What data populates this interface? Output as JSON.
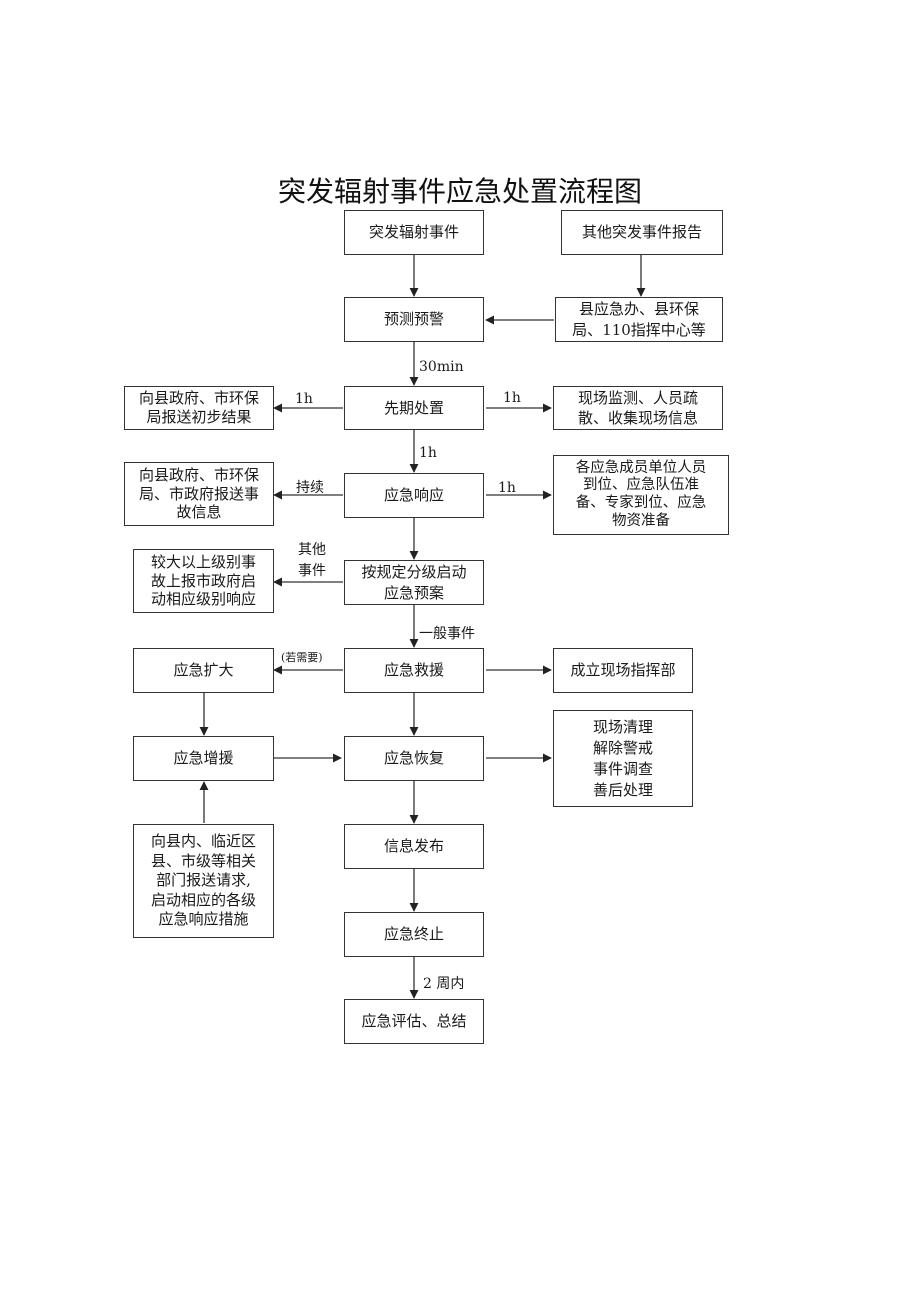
{
  "title": "突发辐射事件应急处置流程图",
  "nodes": {
    "radiation_event": "突发辐射事件",
    "other_report": "其他突发事件报告",
    "forecast_warning": "预测预警",
    "county_offices": "县应急办、县环保\n局、110指挥中心等",
    "initial_handling": "先期处置",
    "report_initial_results": "向县政府、市环保\n局报送初步结果",
    "onsite_monitoring": "现场监测、人员疏\n散、收集现场信息",
    "emergency_response": "应急响应",
    "report_event_info": "向县政府、市环保\n局、市政府报送事\n故信息",
    "units_in_place": "各应急成员单位人员\n到位、应急队伍准\n备、专家到位、应急\n物资准备",
    "graded_plan": "按规定分级启动\n应急预案",
    "report_city_gov": "较大以上级别事\n故上报市政府启\n动相应级别响应",
    "emergency_rescue": "应急救援",
    "emergency_expand": "应急扩大",
    "onsite_command": "成立现场指挥部",
    "emergency_reinforce": "应急增援",
    "emergency_recovery": "应急恢复",
    "recovery_tasks": "现场清理\n解除警戒\n事件调查\n善后处理",
    "request_support": "向县内、临近区\n县、市级等相关\n部门报送请求,\n启动相应的各级\n应急响应措施",
    "info_release": "信息发布",
    "emergency_end": "应急终止",
    "evaluation": "应急评估、总结"
  },
  "edge_labels": {
    "t30min": "30min",
    "t1h_left": "1h",
    "t1h_right": "1h",
    "t1h_down": "1h",
    "continue": "持续",
    "t1h_response": "1h",
    "other_events": "其他\n事件",
    "general_event": "一般事件",
    "if_needed": "(若需要)",
    "two_weeks": "2 周内"
  }
}
